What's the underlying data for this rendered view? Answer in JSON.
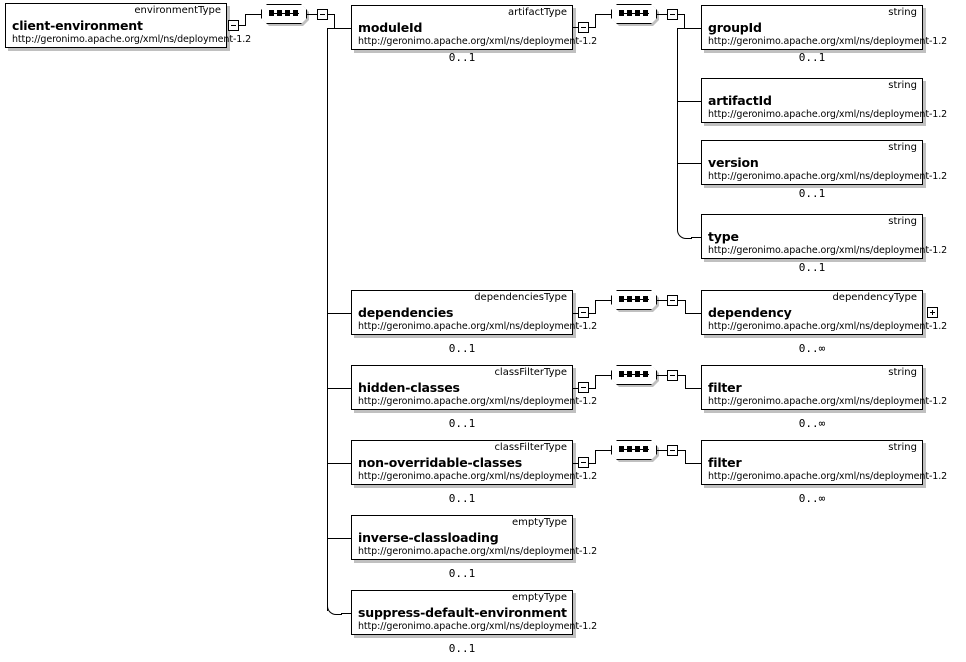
{
  "diagram": {
    "title": "client-environment schema diagram",
    "namespace_uri": "http://geronimo.apache.org/xml/ns/deployment-1.2",
    "colors": {
      "line": "#000000",
      "box_background": "#ffffff",
      "box_shadow": "#c0c0c0",
      "canvas": "#ffffff"
    },
    "cardinality_optional": "0..1",
    "cardinality_unbounded": "0..∞",
    "icons": {
      "sequence": "sequence-compositor-icon",
      "collapse": "collapse-minus-icon",
      "expand": "expand-plus-icon"
    }
  },
  "nodes": {
    "client_environment": {
      "name": "client-environment",
      "type": "environmentType",
      "uri": "http://geronimo.apache.org/xml/ns/deployment-1.2",
      "cardinality": ""
    },
    "moduleId": {
      "name": "moduleId",
      "type": "artifactType",
      "uri": "http://geronimo.apache.org/xml/ns/deployment-1.2",
      "cardinality": "0..1"
    },
    "groupId": {
      "name": "groupId",
      "type": "string",
      "uri": "http://geronimo.apache.org/xml/ns/deployment-1.2",
      "cardinality": "0..1"
    },
    "artifactId": {
      "name": "artifactId",
      "type": "string",
      "uri": "http://geronimo.apache.org/xml/ns/deployment-1.2",
      "cardinality": ""
    },
    "version": {
      "name": "version",
      "type": "string",
      "uri": "http://geronimo.apache.org/xml/ns/deployment-1.2",
      "cardinality": "0..1"
    },
    "type": {
      "name": "type",
      "type": "string",
      "uri": "http://geronimo.apache.org/xml/ns/deployment-1.2",
      "cardinality": "0..1"
    },
    "dependencies": {
      "name": "dependencies",
      "type": "dependenciesType",
      "uri": "http://geronimo.apache.org/xml/ns/deployment-1.2",
      "cardinality": "0..1"
    },
    "dependency": {
      "name": "dependency",
      "type": "dependencyType",
      "uri": "http://geronimo.apache.org/xml/ns/deployment-1.2",
      "cardinality": "0..∞"
    },
    "hidden_classes": {
      "name": "hidden-classes",
      "type": "classFilterType",
      "uri": "http://geronimo.apache.org/xml/ns/deployment-1.2",
      "cardinality": "0..1"
    },
    "filter_hidden": {
      "name": "filter",
      "type": "string",
      "uri": "http://geronimo.apache.org/xml/ns/deployment-1.2",
      "cardinality": "0..∞"
    },
    "non_overridable_classes": {
      "name": "non-overridable-classes",
      "type": "classFilterType",
      "uri": "http://geronimo.apache.org/xml/ns/deployment-1.2",
      "cardinality": "0..1"
    },
    "filter_non_overridable": {
      "name": "filter",
      "type": "string",
      "uri": "http://geronimo.apache.org/xml/ns/deployment-1.2",
      "cardinality": "0..∞"
    },
    "inverse_classloading": {
      "name": "inverse-classloading",
      "type": "emptyType",
      "uri": "http://geronimo.apache.org/xml/ns/deployment-1.2",
      "cardinality": "0..1"
    },
    "suppress_default_environment": {
      "name": "suppress-default-environment",
      "type": "emptyType",
      "uri": "http://geronimo.apache.org/xml/ns/deployment-1.2",
      "cardinality": "0..1"
    }
  }
}
